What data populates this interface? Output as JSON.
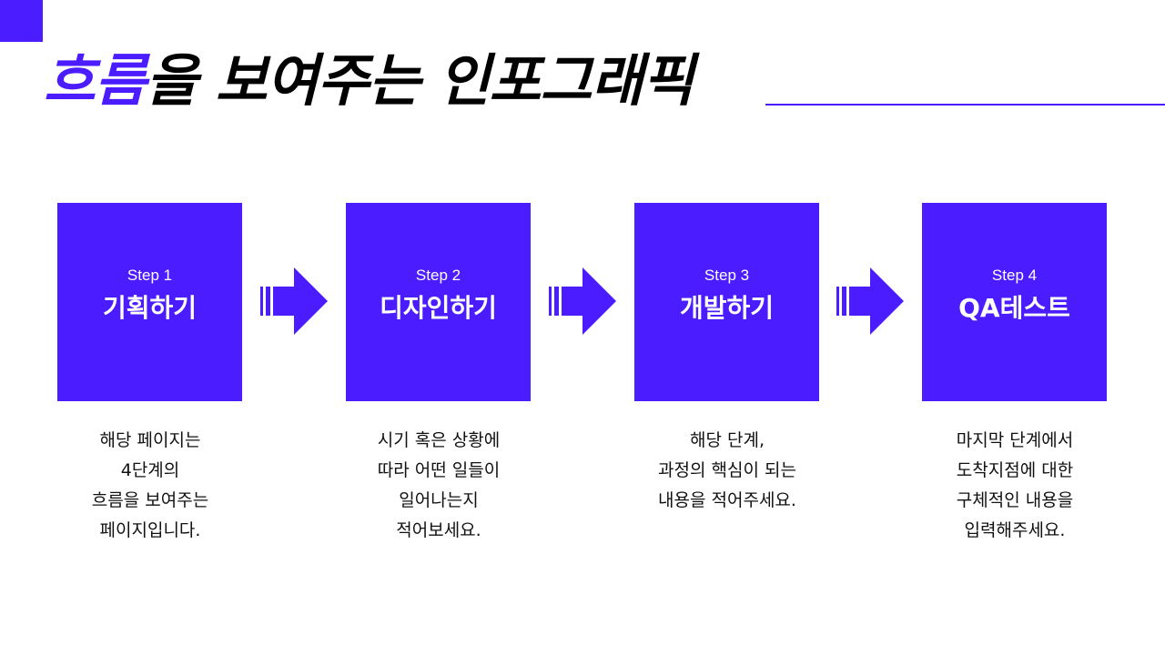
{
  "title": {
    "accent": "흐름",
    "rest": "을 보여주는 인포그래픽"
  },
  "colors": {
    "accent": "#4a1cff",
    "text": "#000000",
    "box_text": "#ffffff"
  },
  "steps": [
    {
      "step": "Step 1",
      "name": "기획하기",
      "desc": [
        "해당 페이지는",
        "4단계의",
        "흐름을 보여주는",
        "페이지입니다."
      ]
    },
    {
      "step": "Step 2",
      "name": "디자인하기",
      "desc": [
        "시기 혹은 상황에",
        "따라 어떤 일들이",
        "일어나는지",
        "적어보세요."
      ]
    },
    {
      "step": "Step 3",
      "name": "개발하기",
      "desc": [
        "해당 단계,",
        "과정의 핵심이 되는",
        "내용을 적어주세요."
      ]
    },
    {
      "step": "Step 4",
      "name": "QA테스트",
      "desc": [
        "마지막 단계에서",
        "도착지점에 대한",
        "구체적인 내용을",
        "입력해주세요."
      ]
    }
  ],
  "arrows": [
    "arrow-right-icon",
    "arrow-right-icon",
    "arrow-right-icon"
  ]
}
